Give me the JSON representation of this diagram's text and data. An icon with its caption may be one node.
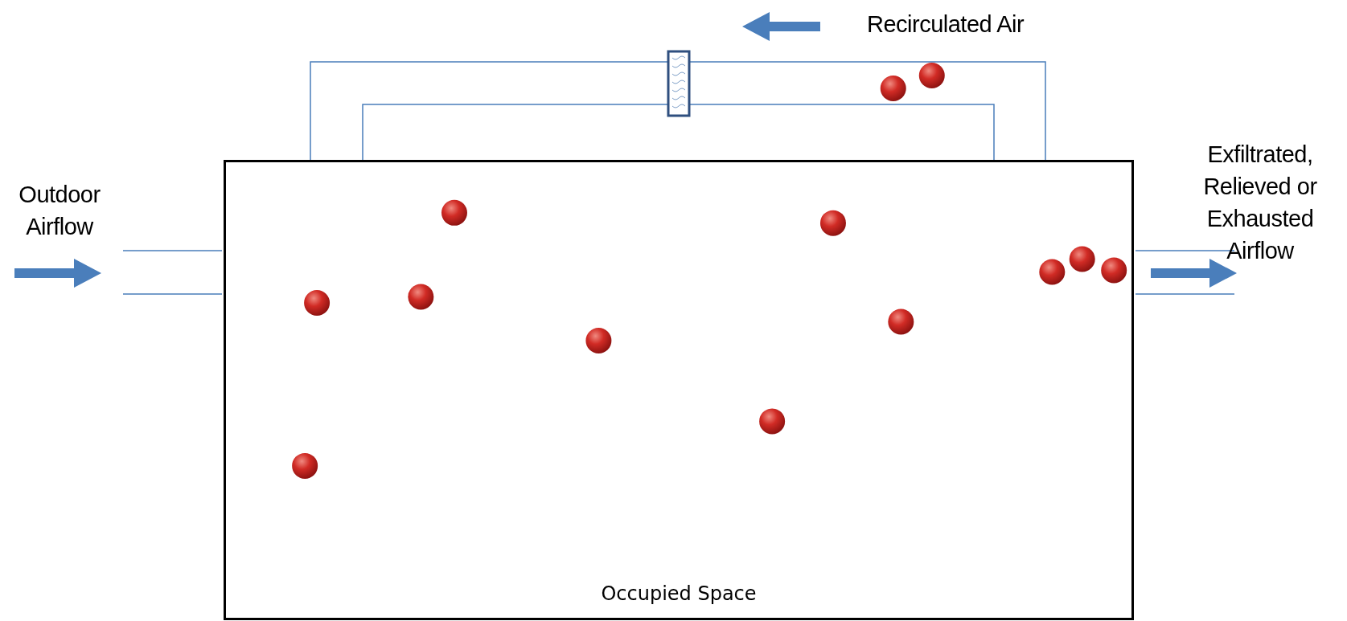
{
  "diagram": {
    "nodes": [
      {
        "text": [
          "Occupied Space"
        ]
      }
    ],
    "labels": [
      "Recirculated Air",
      "Outdoor Airflow",
      "Exfiltrated, Relieved or Exhausted Airflow"
    ]
  }
}
